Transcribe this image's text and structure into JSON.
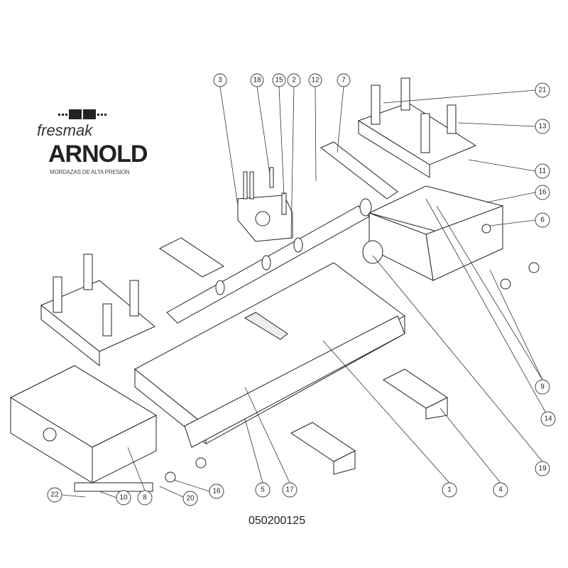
{
  "logo": {
    "brand_small": "fresmak",
    "brand_big": "ARNOLD",
    "tagline": "MORDAZAS DE ALTA PRESION"
  },
  "drawing_number": "050200125",
  "callouts": [
    "3",
    "18",
    "15",
    "2",
    "12",
    "7",
    "21",
    "13",
    "11",
    "16",
    "6",
    "9",
    "14",
    "19",
    "4",
    "1",
    "17",
    "5",
    "16",
    "20",
    "8",
    "10",
    "22"
  ]
}
